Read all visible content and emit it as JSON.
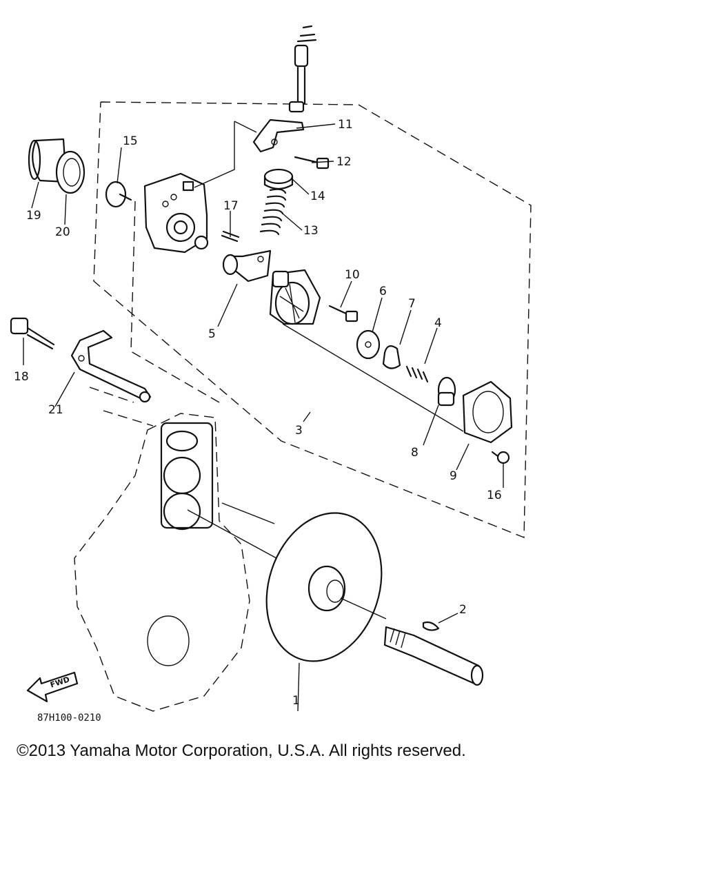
{
  "diagram": {
    "callouts": [
      "1",
      "2",
      "3",
      "4",
      "5",
      "6",
      "7",
      "8",
      "9",
      "10",
      "11",
      "12",
      "13",
      "14",
      "15",
      "16",
      "17",
      "18",
      "19",
      "20",
      "21"
    ],
    "drawing_code": "87H100-0210",
    "fwd_label": "FWD"
  },
  "footer": {
    "copyright": "©2013 Yamaha Motor Corporation, U.S.A. All rights reserved."
  }
}
